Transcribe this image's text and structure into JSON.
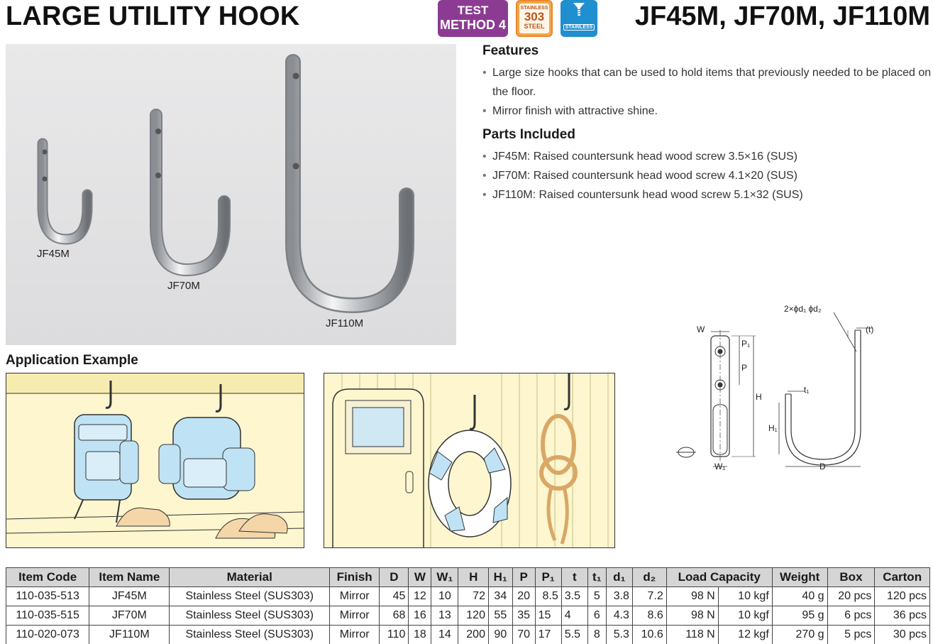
{
  "header": {
    "title": "LARGE UTILITY HOOK",
    "models": "JF45M, JF70M, JF110M",
    "badge_test_line1": "TEST",
    "badge_test_line2": "METHOD 4",
    "badge_steel_top": "STAINLESS",
    "badge_steel_num": "303",
    "badge_steel_bottom": "STEEL",
    "badge_ss_label": "STAINLESS"
  },
  "photo": {
    "labels": [
      "JF45M",
      "JF70M",
      "JF110M"
    ]
  },
  "features": {
    "heading": "Features",
    "items": [
      "Large size hooks that can be used to hold items that previously needed to be placed on the floor.",
      "Mirror finish with attractive shine."
    ]
  },
  "parts": {
    "heading": "Parts Included",
    "items": [
      "JF45M: Raised countersunk head wood screw 3.5×16 (SUS)",
      "JF70M: Raised countersunk head wood screw 4.1×20 (SUS)",
      "JF110M: Raised countersunk head wood screw 5.1×32 (SUS)"
    ]
  },
  "application": {
    "heading": "Application Example"
  },
  "diagram": {
    "hole_label": "2×ϕd₁ ϕd₂",
    "t": "(t)",
    "w": "W",
    "p1": "P₁",
    "p": "P",
    "h": "H",
    "t1": "t₁",
    "h1": "H₁",
    "w1": "W₁",
    "d": "D"
  },
  "table": {
    "headers": [
      "Item Code",
      "Item Name",
      "Material",
      "Finish",
      "D",
      "W",
      "W₁",
      "H",
      "H₁",
      "P",
      "P₁",
      "t",
      "t₁",
      "d₁",
      "d₂",
      "Load Capacity",
      "Weight",
      "Box",
      "Carton"
    ],
    "rows": [
      [
        "110-035-513",
        "JF45M",
        "Stainless Steel (SUS303)",
        "Mirror",
        "45",
        "12",
        "10",
        "72",
        "34",
        "20",
        "8.5",
        "3.5",
        "5",
        "3.8",
        "7.2",
        "98 N",
        "10 kgf",
        "40 g",
        "20 pcs",
        "120 pcs"
      ],
      [
        "110-035-515",
        "JF70M",
        "Stainless Steel (SUS303)",
        "Mirror",
        "68",
        "16",
        "13",
        "120",
        "55",
        "35",
        "15",
        "4",
        "6",
        "4.3",
        "8.6",
        "98 N",
        "10 kgf",
        "95 g",
        "6 pcs",
        "36 pcs"
      ],
      [
        "110-020-073",
        "JF110M",
        "Stainless Steel (SUS303)",
        "Mirror",
        "110",
        "18",
        "14",
        "200",
        "90",
        "70",
        "17",
        "5.5",
        "8",
        "5.3",
        "10.6",
        "118 N",
        "12 kgf",
        "270 g",
        "5 pcs",
        "30 pcs"
      ]
    ]
  },
  "colors": {
    "badge_test": "#8c3b93",
    "badge_steel": "#f4a64a",
    "badge_stainless": "#1f8fd0",
    "illustration_bg": "#fdf6cf",
    "table_header": "#d5d5d5"
  }
}
